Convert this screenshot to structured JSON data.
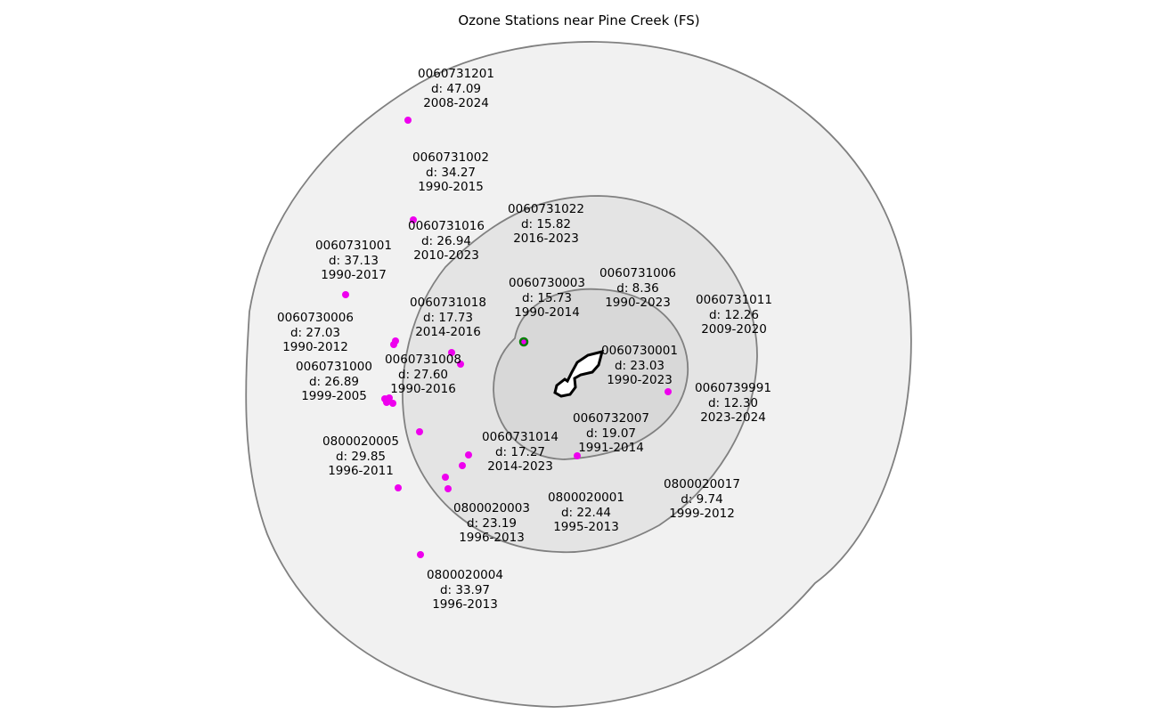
{
  "title": "Ozone Stations near Pine Creek (FS)",
  "colors": {
    "station": "#ee00ee",
    "highlight_ring": "#008000",
    "buffer_outer": "#f1f1f1",
    "buffer_middle": "#e4e4e4",
    "buffer_inner": "#d8d8d8",
    "buffer_edge": "#808080",
    "site": "#ffffff"
  },
  "stations": [
    {
      "id": "0060731201",
      "dist": "d: 47.09",
      "years": "2008-2024"
    },
    {
      "id": "0060731002",
      "dist": "d: 34.27",
      "years": "1990-2015"
    },
    {
      "id": "0060731022",
      "dist": "d: 15.82",
      "years": "2016-2023"
    },
    {
      "id": "0060731016",
      "dist": "d: 26.94",
      "years": "2010-2023"
    },
    {
      "id": "0060731001",
      "dist": "d: 37.13",
      "years": "1990-2017"
    },
    {
      "id": "0060730003",
      "dist": "d: 15.73",
      "years": "1990-2014"
    },
    {
      "id": "0060731006",
      "dist": "d: 8.36",
      "years": "1990-2023"
    },
    {
      "id": "0060731011",
      "dist": "d: 12.26",
      "years": "2009-2020"
    },
    {
      "id": "0060730006",
      "dist": "d: 27.03",
      "years": "1990-2012"
    },
    {
      "id": "0060731018",
      "dist": "d: 17.73",
      "years": "2014-2016"
    },
    {
      "id": "0060731000",
      "dist": "d: 26.89",
      "years": "1999-2005"
    },
    {
      "id": "0060731008",
      "dist": "d: 27.60",
      "years": "1990-2016"
    },
    {
      "id": "0060730001",
      "dist": "d: 23.03",
      "years": "1990-2023"
    },
    {
      "id": "0060739991",
      "dist": "d: 12.30",
      "years": "2023-2024"
    },
    {
      "id": "0060732007",
      "dist": "d: 19.07",
      "years": "1991-2014"
    },
    {
      "id": "0060731014",
      "dist": "d: 17.27",
      "years": "2014-2023"
    },
    {
      "id": "0800020005",
      "dist": "d: 29.85",
      "years": "1996-2011"
    },
    {
      "id": "0800020003",
      "dist": "d: 23.19",
      "years": "1996-2013"
    },
    {
      "id": "0800020001",
      "dist": "d: 22.44",
      "years": "1995-2013"
    },
    {
      "id": "0800020017",
      "dist": "d: 9.74",
      "years": "1999-2012"
    },
    {
      "id": "0800020004",
      "dist": "d: 33.97",
      "years": "1996-2013"
    }
  ]
}
